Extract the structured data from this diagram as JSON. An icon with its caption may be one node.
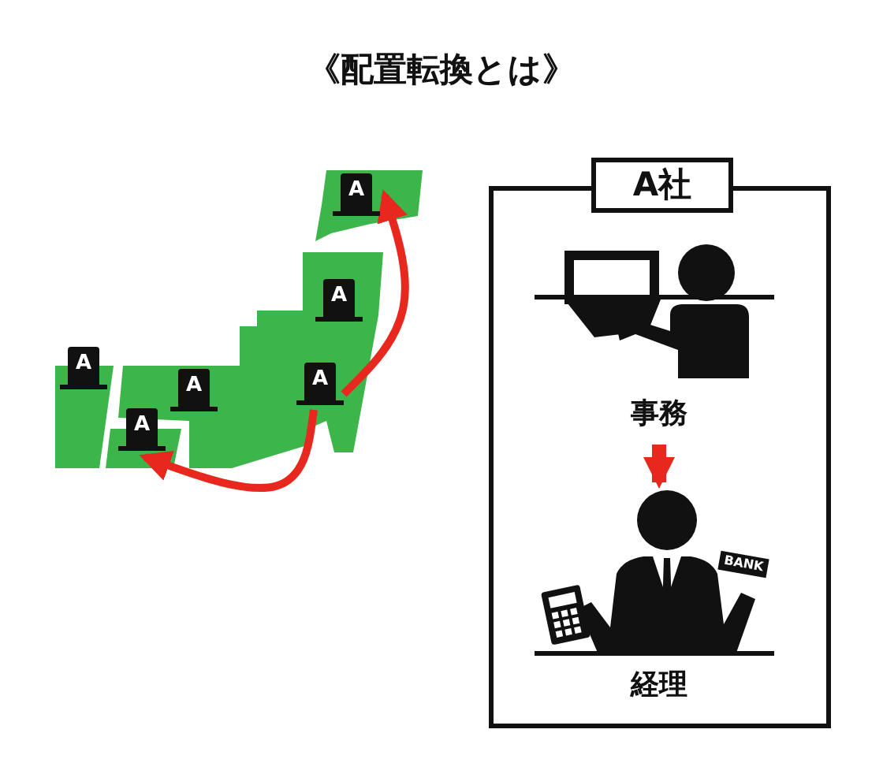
{
  "diagram": {
    "title": "《配置転換とは》",
    "nodes": [
      {
        "text": [
          "A"
        ]
      },
      {
        "text": [
          "A"
        ]
      },
      {
        "text": [
          "A"
        ]
      },
      {
        "text": [
          "A"
        ]
      },
      {
        "text": [
          "A"
        ]
      },
      {
        "text": [
          "A"
        ]
      },
      {
        "text": [
          "A社"
        ]
      },
      {
        "text": [
          "事務"
        ],
        "in": 6
      },
      {
        "text": [
          "経理"
        ],
        "in": 6
      }
    ],
    "edges": [
      {
        "from": 3,
        "to": 0,
        "arrow": "to"
      },
      {
        "from": 3,
        "to": 5,
        "arrow": "to"
      },
      {
        "from": 7,
        "to": 8,
        "arrow": "to",
        "style": "thick"
      }
    ],
    "labels": [
      "BANK"
    ]
  }
}
